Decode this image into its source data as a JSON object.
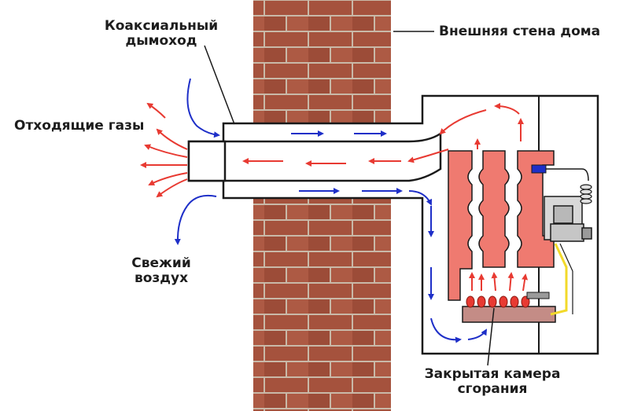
{
  "labels": {
    "coaxial_chimney": [
      "Коаксиальный",
      "дымоход"
    ],
    "outer_wall": "Внешняя стена дома",
    "exhaust_gases": "Отходящие газы",
    "fresh_air": [
      "Свежий",
      "воздух"
    ],
    "closed_chamber": [
      "Закрытая камера",
      "сгорания"
    ]
  },
  "colors": {
    "brick": "#a5523d",
    "mortar": "#c9b9a8",
    "exhaust_arrow": "#e83a32",
    "fresh_air_arrow": "#1e2fc8",
    "heat_exchanger": "#ef7a70",
    "burner": "#c48c86",
    "outline": "#1a1a1a",
    "wire": "#f2d92a"
  }
}
